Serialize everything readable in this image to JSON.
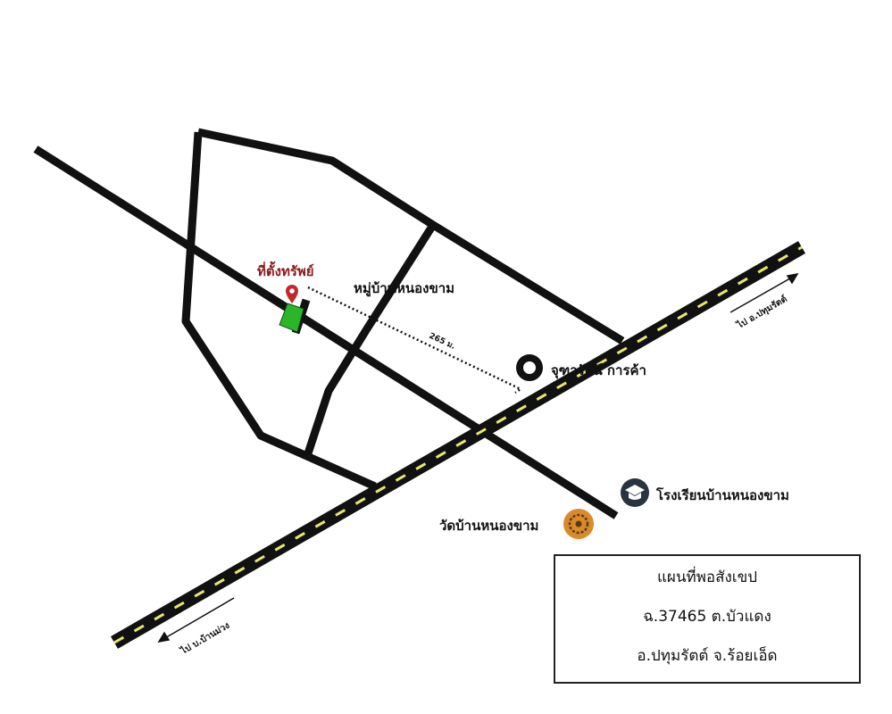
{
  "labels": {
    "property": "ที่ตั้งทรัพย์",
    "village": "หมู่บ้านหนองขาม",
    "distance": "265 ม.",
    "shop": "จุฑารัตน์ การค้า",
    "school": "โรงเรียนบ้านหนองขาม",
    "temple": "วัดบ้านหนองขาม",
    "to_pathum": "ไป อ.ปทุมรัตต์",
    "to_banmuang": "ไป บ.บ้านม่วง"
  },
  "legend_box": {
    "title": "แผนที่พอสังเขป",
    "line1": "ฉ.37465 ต.บัวแดง",
    "line2": "อ.ปทุมรัตต์ จ.ร้อยเอ็ด"
  },
  "colors": {
    "road": "#111111",
    "highway_dash": "#e8e86a",
    "property": "#2bb52b",
    "pin": "#c0282d",
    "property_label": "#8b1a1a",
    "school_icon": "#2a3340",
    "temple_icon": "#d98a2b"
  },
  "icons": {
    "property": "map-pin-icon",
    "shop": "ring-icon",
    "school": "graduation-cap-icon",
    "temple": "dharma-wheel-icon"
  }
}
